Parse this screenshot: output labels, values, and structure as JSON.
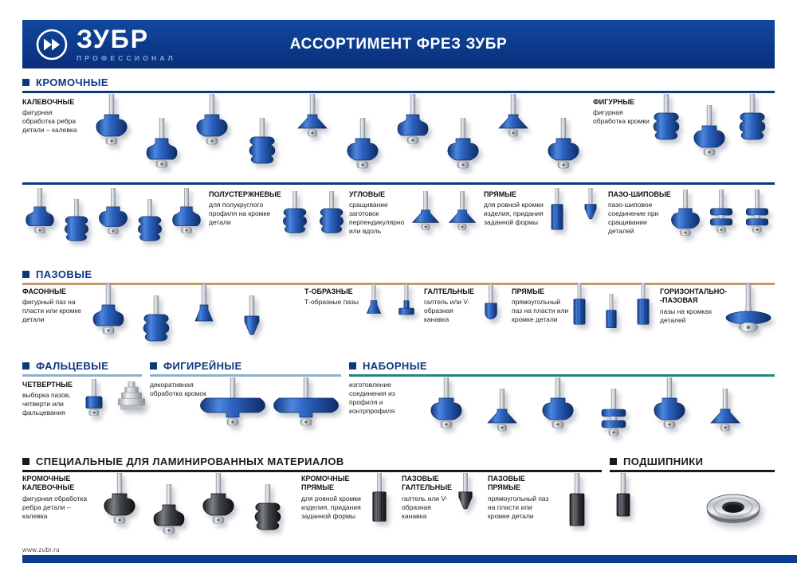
{
  "header": {
    "logo": "ЗУБР",
    "logo_sub": "ПРОФЕССИОНАЛ",
    "title": "АССОРТИМЕНТ ФРЕЗ ЗУБР"
  },
  "section_titles": {
    "kromochnye": "КРОМОЧНЫЕ",
    "pazovye": "ПАЗОВЫЕ",
    "faltsevye": "ФАЛЬЦЕВЫЕ",
    "figireynye": "ФИГИРЕЙНЫЕ",
    "nabornye": "НАБОРНЫЕ",
    "spetsialnye": "СПЕЦИАЛЬНЫЕ ДЛЯ ЛАМИНИРОВАННЫХ МАТЕРИАЛОВ",
    "podshipniki": "ПОДШИПНИКИ"
  },
  "groups": {
    "kalevochnye": {
      "name": "КАЛЕВОЧНЫЕ",
      "desc": "фигурная обработка ребра детали – калевка"
    },
    "figurnye": {
      "name": "ФИГУРНЫЕ",
      "desc": "фигурная обработка кромки"
    },
    "polusterzhnevye": {
      "name": "ПОЛУСТЕРЖНЕВЫЕ",
      "desc": "для полукруглого профиля на кромке детали"
    },
    "uglovye": {
      "name": "УГЛОВЫЕ",
      "desc": "сращивание заготовок перпендикулярно или вдоль"
    },
    "pryamye_krom": {
      "name": "ПРЯМЫЕ",
      "desc": "для ровной кромки изделия, придания заданной формы"
    },
    "pazo_shipovye": {
      "name": "ПАЗО-ШИПОВЫЕ",
      "desc": "пазо-шиповое соединение при сращивании деталей"
    },
    "fasonnye": {
      "name": "ФАСОННЫЕ",
      "desc": "фигурный паз на пласти или кромке детали"
    },
    "t_obraznye": {
      "name": "Т-ОБРАЗНЫЕ",
      "desc": "Т-образные пазы"
    },
    "galtelnye": {
      "name": "ГАЛТЕЛЬНЫЕ",
      "desc": "галтель или V-образная канавка"
    },
    "pryamye_paz": {
      "name": "ПРЯМЫЕ",
      "desc": "прямоугольный паз на пласти или кромке детали"
    },
    "gorizontalno": {
      "name": "ГОРИЗОНТАЛЬНО-\n-ПАЗОВАЯ",
      "desc": "пазы на кромках деталей"
    },
    "chetvertnye": {
      "name": "ЧЕТВЕРТНЫЕ",
      "desc": "выборка пазов, четверти или фальцевания"
    },
    "figireynye_desc": {
      "desc": "декоративная обработка кромок"
    },
    "nabornye_desc": {
      "desc": "изготовление соединения из профиля и контрпрофиля"
    },
    "spec_kalevochnye": {
      "name": "КРОМОЧНЫЕ КАЛЕВОЧНЫЕ",
      "desc": "фигурная обработка ребра детали – калевка"
    },
    "spec_pryamye": {
      "name": "КРОМОЧНЫЕ ПРЯМЫЕ",
      "desc": "для ровной кромки изделия, придания заданной формы"
    },
    "spec_galtelnye": {
      "name": "ПАЗОВЫЕ ГАЛТЕЛЬНЫЕ",
      "desc": "галтель или V-образная канавка"
    },
    "spec_paz_pryamye": {
      "name": "ПАЗОВЫЕ ПРЯМЫЕ",
      "desc": "прямоугольный паз на пласти или кромке детали"
    }
  },
  "footer": {
    "url": "www.zubr.ru"
  },
  "colors": {
    "brand_blue": "#0c3c8e",
    "navy": "#0d3880",
    "tan": "#c69a66",
    "steel": "#8fb0cc",
    "teal": "#23857d",
    "ink": "#1a1a1a",
    "bit_blue": "#2b62c0"
  }
}
